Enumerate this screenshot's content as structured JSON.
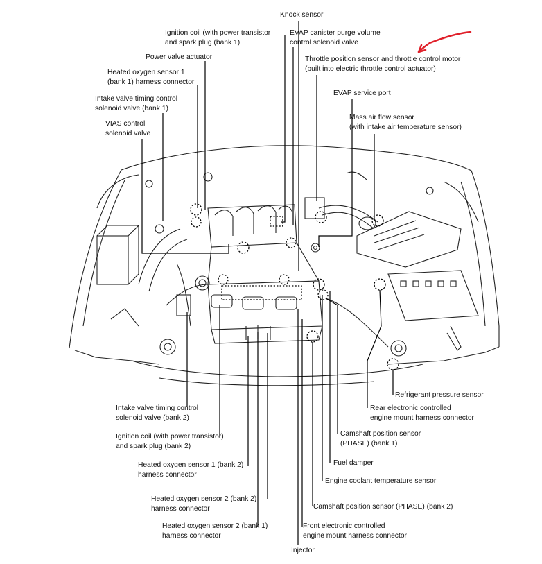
{
  "labels": {
    "knock_sensor": [
      "Knock sensor"
    ],
    "ignition_coil_b1": [
      "Ignition coil (with power transistor",
      "and spark plug (bank 1)"
    ],
    "evap_canister": [
      "EVAP canister purge volume",
      "control solenoid valve"
    ],
    "power_valve": [
      "Power valve actuator"
    ],
    "throttle_position": [
      "Throttle position sensor and throttle control motor",
      "(built into electric throttle control actuator)"
    ],
    "heated_o2_1_b1": [
      "Heated oxygen sensor 1",
      "(bank 1) harness connector"
    ],
    "evap_service_port": [
      "EVAP service port"
    ],
    "intake_vtc_b1": [
      "Intake valve timing control",
      "solenoid valve (bank 1)"
    ],
    "maf_sensor": [
      "Mass air flow sensor",
      "(with intake air temperature sensor)"
    ],
    "vias": [
      "VIAS control",
      "solenoid valve"
    ],
    "refrigerant": [
      "Refrigerant pressure sensor"
    ],
    "intake_vtc_b2": [
      "Intake valve timing control",
      "solenoid valve (bank 2)"
    ],
    "rear_mount": [
      "Rear electronic controlled",
      "engine mount harness connector"
    ],
    "camshaft_b1": [
      "Camshaft position sensor",
      "(PHASE) (bank 1)"
    ],
    "ignition_coil_b2": [
      "Ignition coil (with power transistor)",
      "and spark plug (bank 2)"
    ],
    "fuel_damper": [
      "Fuel damper"
    ],
    "heated_o2_1_b2": [
      "Heated oxygen sensor 1 (bank 2)",
      "harness connector"
    ],
    "coolant_temp": [
      "Engine coolant temperature sensor"
    ],
    "heated_o2_2_b2": [
      "Heated oxygen sensor 2 (bank 2)",
      "harness connector"
    ],
    "camshaft_b2": [
      "Camshaft position sensor (PHASE) (bank 2)"
    ],
    "heated_o2_2_b1": [
      "Heated oxygen sensor 2 (bank 1)",
      "harness connector"
    ],
    "front_mount": [
      "Front electronic controlled",
      "engine mount harness connector"
    ],
    "injector": [
      "Injector"
    ]
  },
  "colors": {
    "annotation_arrow": "#e0202a",
    "ink": "#111111"
  }
}
